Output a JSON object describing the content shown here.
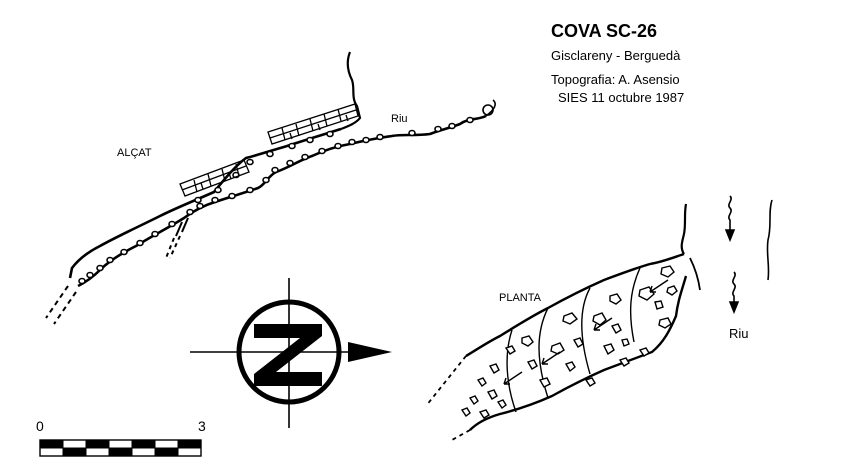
{
  "header": {
    "title": "COVA SC-26",
    "location": "Gisclareny - Berguedà",
    "topography": "Topografia: A. Asensio",
    "survey": "SIES  11 octubre 1987"
  },
  "labels": {
    "elevation": "ALÇAT",
    "river_elevation": "Riu",
    "plan": "PLANTA",
    "river_plan": "Riu"
  },
  "scale": {
    "start": "0",
    "end": "3"
  },
  "icons": {
    "north_arrow": "north-arrow-icon",
    "flow_arrows": "flow-arrow-icon"
  },
  "colors": {
    "ink": "#000000",
    "paper": "#ffffff"
  }
}
